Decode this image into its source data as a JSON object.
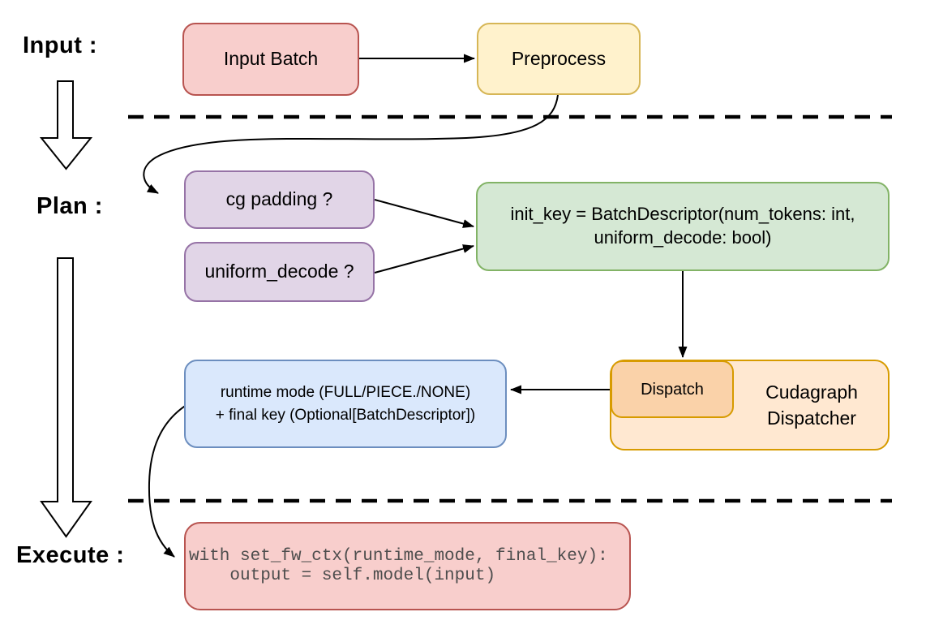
{
  "phases": {
    "input_label": "Input :",
    "plan_label": "Plan :",
    "execute_label": "Execute :"
  },
  "nodes": {
    "input_batch": {
      "label": "Input Batch"
    },
    "preprocess": {
      "label": "Preprocess"
    },
    "cg_padding": {
      "label": "cg padding ?"
    },
    "uniform_decode": {
      "label": "uniform_decode ?"
    },
    "init_key": {
      "line1": "init_key = BatchDescriptor(num_tokens: int,",
      "line2": "uniform_decode: bool)"
    },
    "runtime_mode": {
      "line1": "runtime mode (FULL/PIECE./NONE)",
      "line2": "+ final key (Optional[BatchDescriptor])"
    },
    "dispatch": {
      "label": "Dispatch"
    },
    "cudagraph_dispatcher": {
      "line1": "Cudagraph",
      "line2": "Dispatcher"
    },
    "execute_code": {
      "line1": "with set_fw_ctx(runtime_mode, final_key):",
      "line2": "    output = self.model(input)"
    }
  },
  "colors": {
    "red_fill": "#f8cecc",
    "red_stroke": "#b85450",
    "yellow_fill": "#fff2cc",
    "yellow_stroke": "#d6b656",
    "purple_fill": "#e1d5e7",
    "purple_stroke": "#9673a6",
    "green_fill": "#d5e8d4",
    "green_stroke": "#82b366",
    "blue_fill": "#dae8fc",
    "blue_stroke": "#6c8ebf",
    "orange_outer_fill": "#ffe8d1",
    "orange_inner_fill": "#fad2a9",
    "orange_stroke": "#d79b00",
    "line_color": "#000000",
    "code_text": "#4d4d4d"
  }
}
